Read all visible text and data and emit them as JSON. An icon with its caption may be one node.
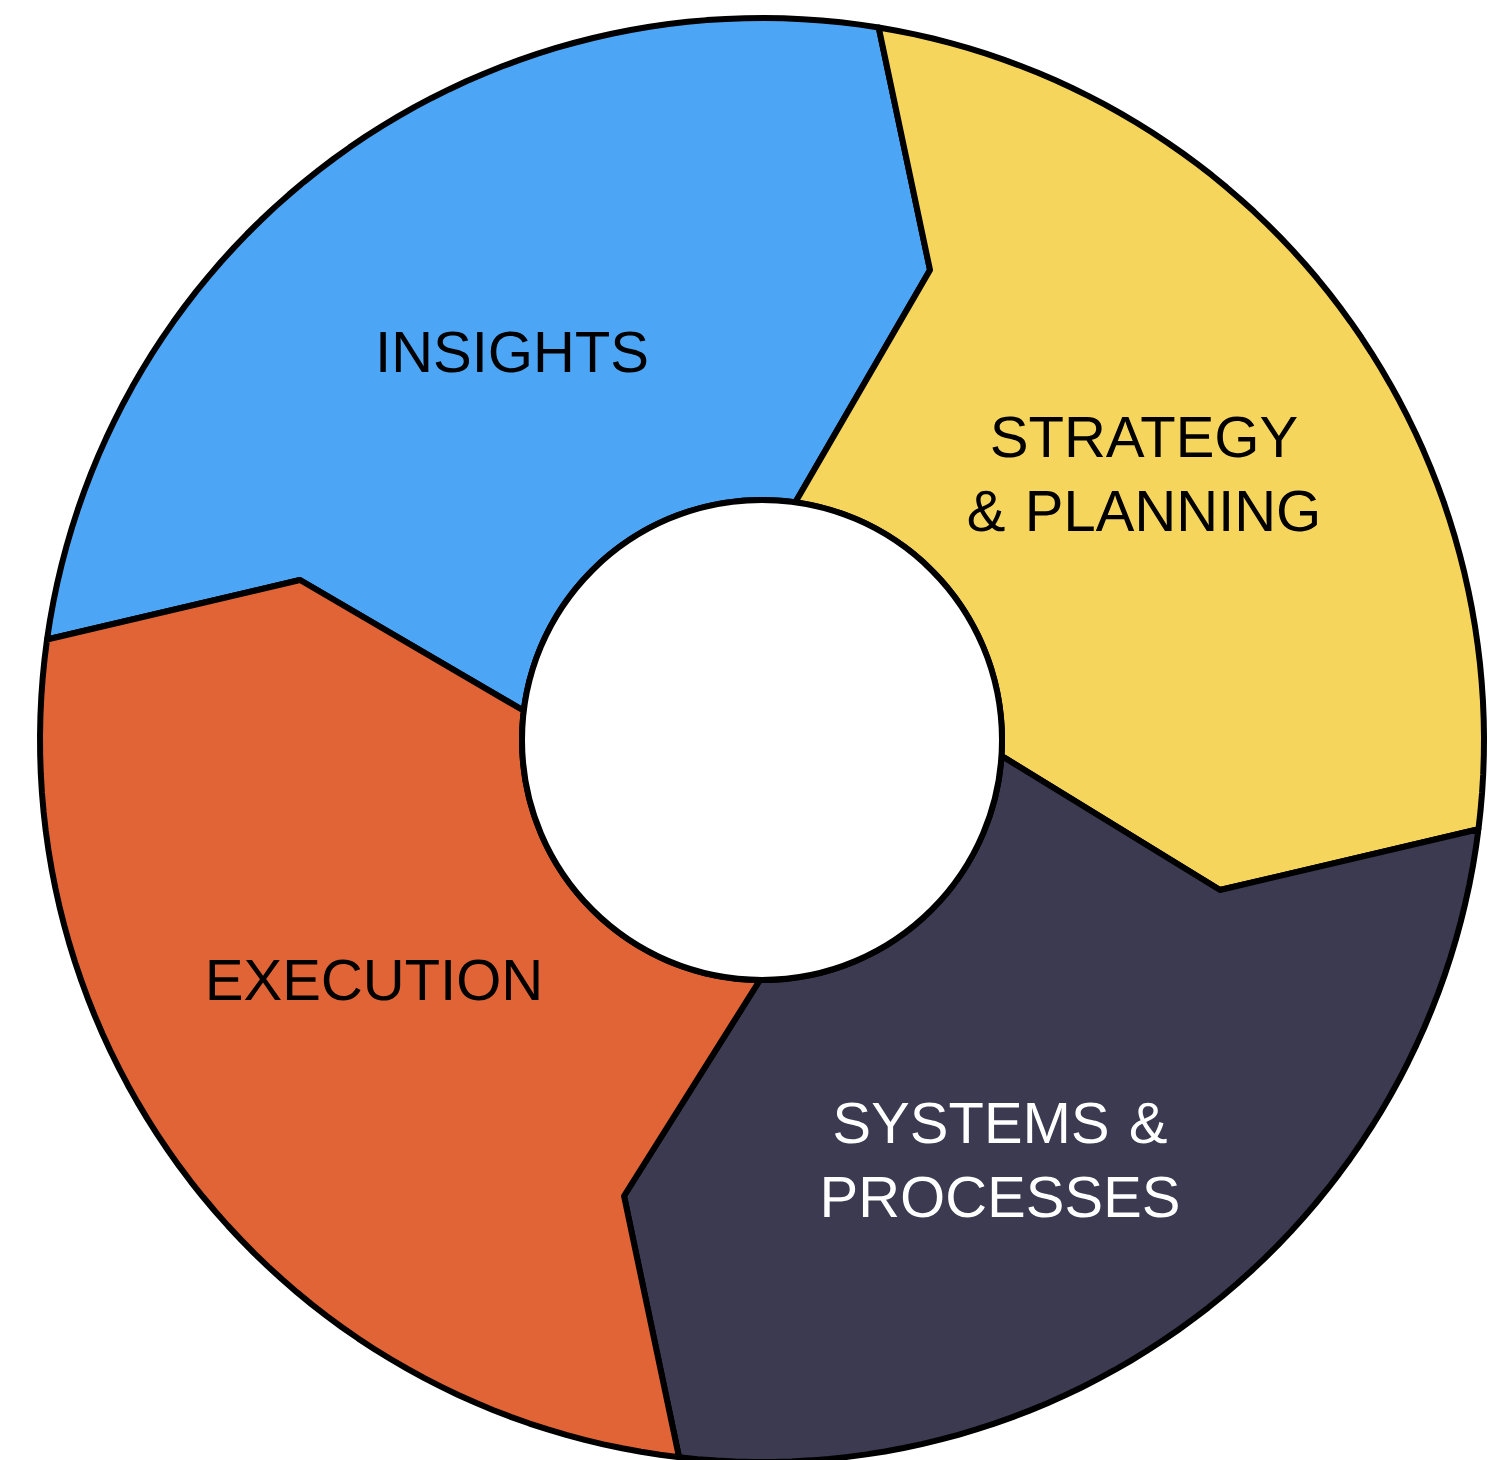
{
  "diagram": {
    "nodes": [
      {
        "text": [
          "INSIGHTS"
        ]
      },
      {
        "text": [
          "STRATEGY & PLANNING"
        ]
      },
      {
        "text": [
          "SYSTEMS & PROCESSES"
        ]
      },
      {
        "text": [
          "EXECUTION"
        ]
      },
      {
        "text": [],
        "shape": "circle"
      }
    ]
  }
}
